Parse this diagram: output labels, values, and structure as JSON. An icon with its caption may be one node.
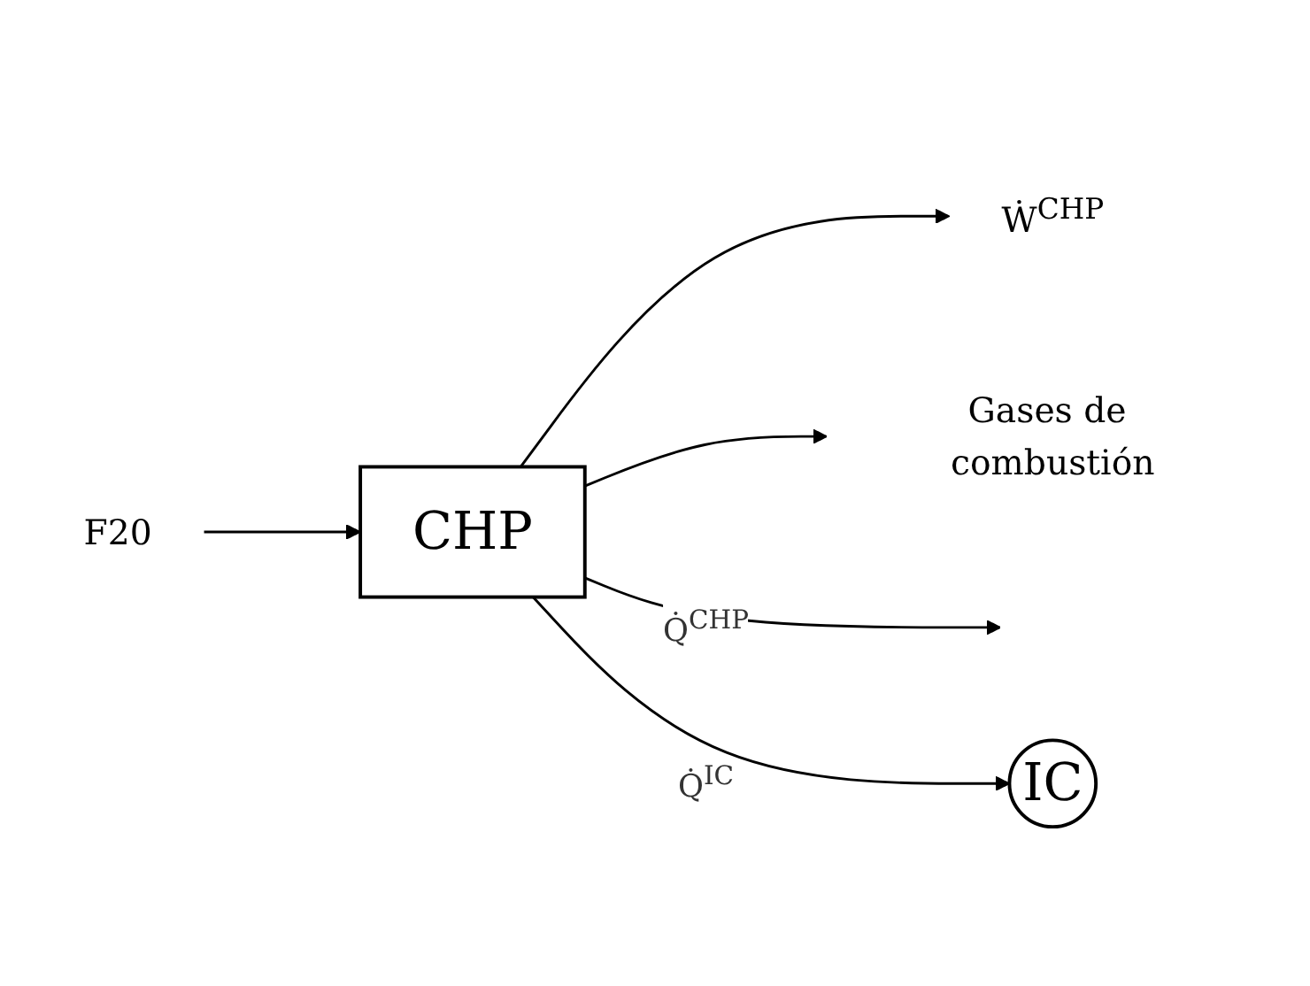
{
  "diagram": {
    "nodes": [
      {
        "text": [
          "F20"
        ]
      },
      {
        "text": [
          "CHP"
        ]
      },
      {
        "text": [
          "Ẇ$^{CHP}$"
        ]
      },
      {
        "text": [
          "Gases de combustión"
        ]
      },
      {
        "text": [
          "IC"
        ]
      }
    ],
    "edges": [
      {
        "from": 0,
        "to": 1,
        "arrow": "to"
      },
      {
        "from": 1,
        "to": 2,
        "arrow": "to"
      },
      {
        "from": 1,
        "to": 3,
        "arrow": "to"
      },
      {
        "from": 1,
        "to": null,
        "arrow": "to",
        "label": "Q̇$^{CHP}$"
      },
      {
        "from": 1,
        "to": 4,
        "arrow": "to",
        "label": "Q̇$^{IC}$"
      }
    ]
  }
}
